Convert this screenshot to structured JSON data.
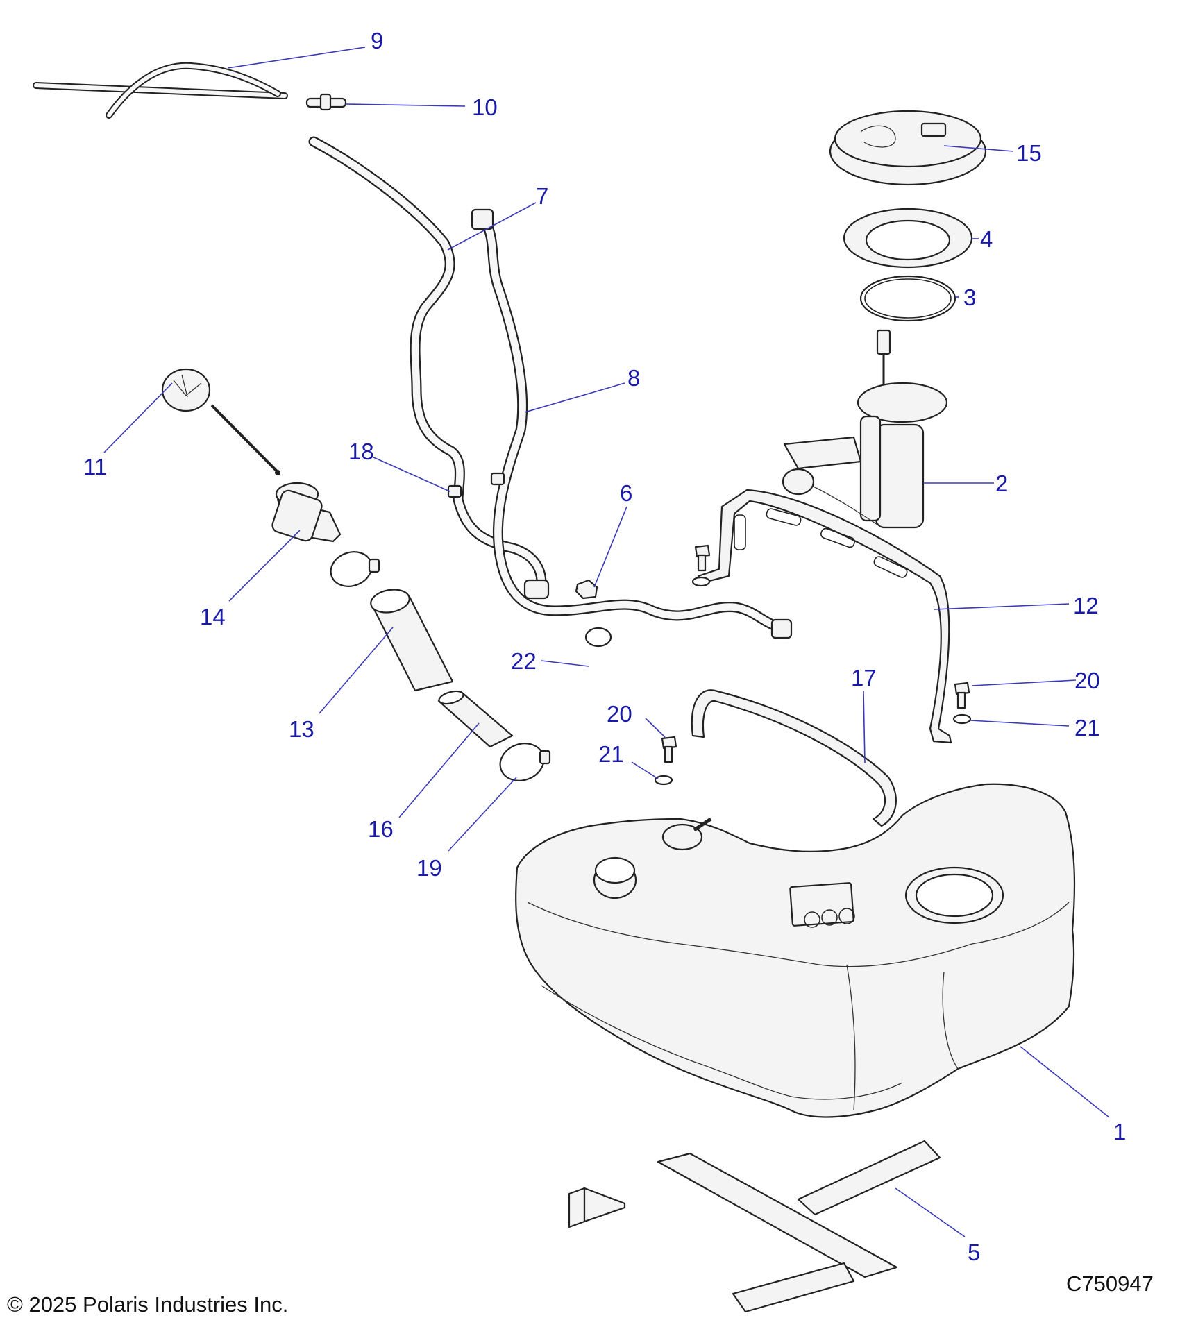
{
  "copyright": "© 2025 Polaris Industries Inc.",
  "figure_id": "C750947",
  "callouts": {
    "c1": "1",
    "c2": "2",
    "c3": "3",
    "c4": "4",
    "c5": "5",
    "c6": "6",
    "c7": "7",
    "c8": "8",
    "c9": "9",
    "c10": "10",
    "c11": "11",
    "c12": "12",
    "c13": "13",
    "c14": "14",
    "c15": "15",
    "c16": "16",
    "c17": "17",
    "c18": "18",
    "c19": "19",
    "c20a": "20",
    "c20b": "20",
    "c21a": "21",
    "c21b": "21",
    "c22": "22"
  }
}
